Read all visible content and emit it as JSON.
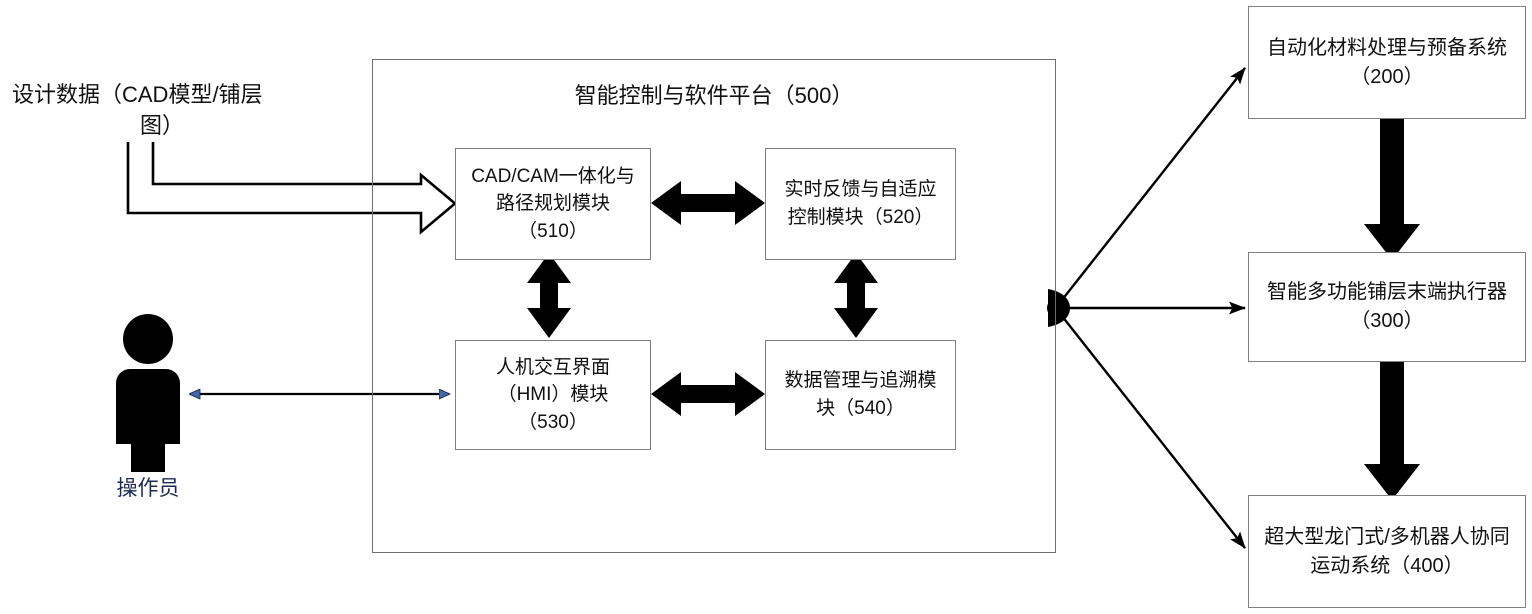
{
  "diagram": {
    "title_text": "智能控制与软件平台（500）",
    "input_label": {
      "line1": "设计数据（CAD模型/铺层",
      "line2": "图）"
    },
    "actor": {
      "name": "操作员",
      "icon": "person-icon"
    },
    "platform": {
      "label": "智能控制与软件平台（500）",
      "modules": [
        {
          "id": "510",
          "label": "CAD/CAM一体化与路径规划模块（510）",
          "line1": "CAD/CAM一体化与",
          "line2": "路径规划模块",
          "line3": "（510）"
        },
        {
          "id": "520",
          "label": "实时反馈与自适应控制模块（520）",
          "line1": "实时反馈与自适应",
          "line2": "控制模块（520）",
          "line3": ""
        },
        {
          "id": "530",
          "label": "人机交互界面（HMI）模块（530）",
          "line1": "人机交互界面",
          "line2": "（HMI）模块",
          "line3": "（530）"
        },
        {
          "id": "540",
          "label": "数据管理与追溯模块（540）",
          "line1": "数据管理与追溯模",
          "line2": "块（540）",
          "line3": ""
        }
      ]
    },
    "subsystems": [
      {
        "id": "200",
        "label": "自动化材料处理与预备系统（200）",
        "line1": "自动化材料处理与预备系统",
        "line2": "（200）"
      },
      {
        "id": "300",
        "label": "智能多功能铺层末端执行器（300）",
        "line1": "智能多功能铺层末端执行器",
        "line2": "（300）"
      },
      {
        "id": "400",
        "label": "超大型龙门式/多机器人协同运动系统（400）",
        "line1": "超大型龙门式/多机器人协同",
        "line2": "运动系统（400）"
      }
    ],
    "connectors": [
      {
        "name": "design-data-to-module-510",
        "style": "hollow-block-arrow",
        "direction": "right"
      },
      {
        "name": "module-510-to-520",
        "style": "thick-double-arrow",
        "direction": "horizontal"
      },
      {
        "name": "module-530-to-540",
        "style": "thick-double-arrow",
        "direction": "horizontal"
      },
      {
        "name": "module-510-to-530",
        "style": "thick-double-arrow",
        "direction": "vertical"
      },
      {
        "name": "module-520-to-540",
        "style": "thick-double-arrow",
        "direction": "vertical"
      },
      {
        "name": "hmi-to-operator",
        "style": "thin-double-arrow",
        "direction": "horizontal"
      },
      {
        "name": "platform-to-subsystem-200",
        "style": "thin-arrow",
        "direction": "diagonal-up-right"
      },
      {
        "name": "platform-to-subsystem-300",
        "style": "thin-arrow",
        "direction": "right"
      },
      {
        "name": "platform-to-subsystem-400",
        "style": "thin-arrow",
        "direction": "diagonal-down-right"
      },
      {
        "name": "subsystem-200-to-300",
        "style": "thick-block-arrow",
        "direction": "down"
      },
      {
        "name": "subsystem-300-to-400",
        "style": "thick-block-arrow",
        "direction": "down"
      }
    ],
    "colors": {
      "box_border": "#808080",
      "connector_black": "#000000",
      "actor_blue": "#1b2a55",
      "arrowhead_blue": "#4169b0",
      "background": "#ffffff"
    }
  }
}
